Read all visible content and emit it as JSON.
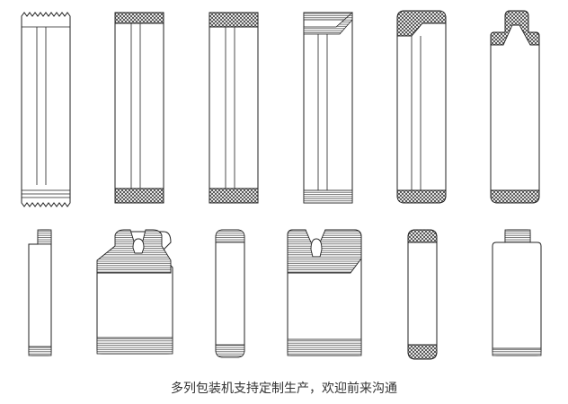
{
  "caption": "多列包装机支持定制生产，欢迎前来沟通",
  "rows": [
    {
      "name": "top-row-stick-packs",
      "items": [
        {
          "name": "stick-pack-zigzag-seal"
        },
        {
          "name": "stick-pack-crosshatch-seal"
        },
        {
          "name": "stick-pack-full-crosshatch"
        },
        {
          "name": "stick-pack-hatched-folded-top"
        },
        {
          "name": "stick-pack-rounded-crosshatch"
        },
        {
          "name": "stick-pack-shaped-top"
        }
      ]
    },
    {
      "name": "bottom-row-shaped-packs",
      "items": [
        {
          "name": "slim-shaped-sachet"
        },
        {
          "name": "wide-bottle-shaped-pouch"
        },
        {
          "name": "rounded-tube-sachet"
        },
        {
          "name": "wide-hatched-bottle-pouch"
        },
        {
          "name": "rounded-crosshatch-tube"
        },
        {
          "name": "slim-bottle-shaped-sachet"
        }
      ]
    }
  ]
}
